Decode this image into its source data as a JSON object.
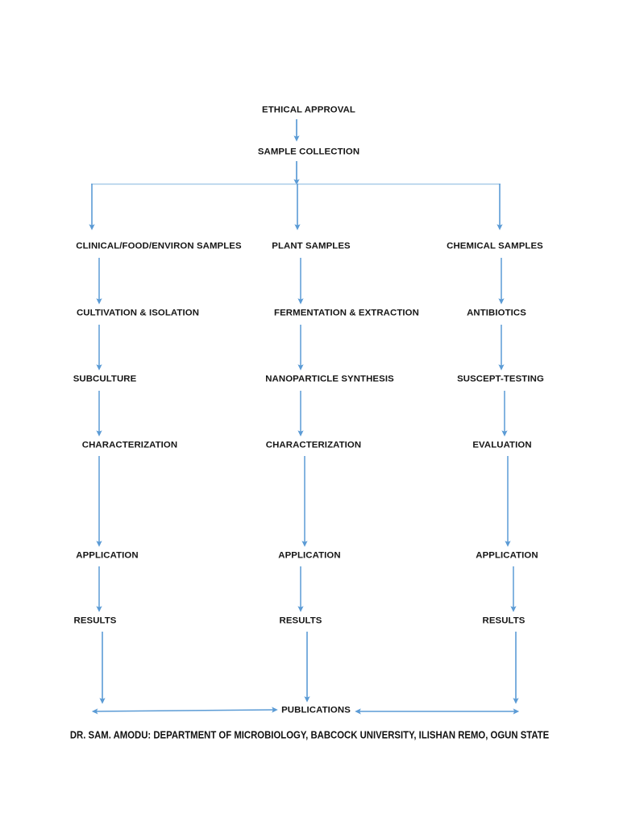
{
  "diagram": {
    "title_node": "ETHICAL APPROVAL",
    "second_node": "SAMPLE COLLECTION",
    "merge_node": "PUBLICATIONS",
    "footer": "DR. SAM. AMODU: DEPARTMENT OF MICROBIOLOGY, BABCOCK UNIVERSITY, ILISHAN REMO, OGUN STATE",
    "colors": {
      "arrow": "#5B9BD5",
      "arrow_light": "#93C0E5",
      "text": "#161616",
      "background": "#FFFFFF"
    },
    "columns": [
      {
        "id": "clinical",
        "steps": [
          "CLINICAL/FOOD/ENVIRON SAMPLES",
          "CULTIVATION & ISOLATION",
          "SUBCULTURE",
          "CHARACTERIZATION",
          "APPLICATION",
          "RESULTS"
        ]
      },
      {
        "id": "plant",
        "steps": [
          "PLANT SAMPLES",
          "FERMENTATION & EXTRACTION",
          "NANOPARTICLE SYNTHESIS",
          "CHARACTERIZATION",
          "APPLICATION",
          "RESULTS"
        ]
      },
      {
        "id": "chemical",
        "steps": [
          "CHEMICAL SAMPLES",
          "ANTIBIOTICS",
          "SUSCEPT-TESTING",
          "EVALUATION",
          "APPLICATION",
          "RESULTS"
        ]
      }
    ]
  }
}
